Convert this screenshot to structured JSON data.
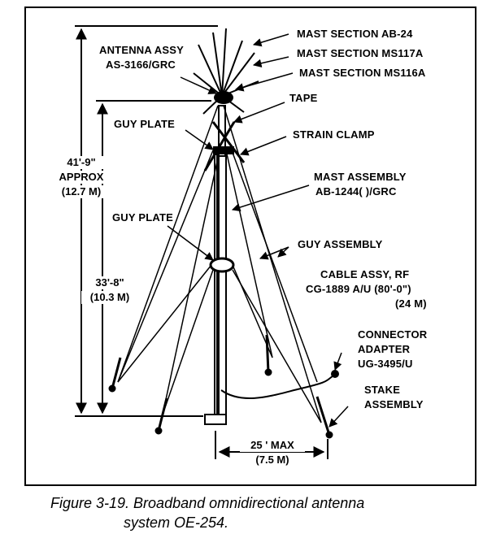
{
  "labels": {
    "antenna_assy": "ANTENNA ASSY",
    "antenna_assy_pn": "AS-3166/GRC",
    "mast_ab24": "MAST SECTION AB-24",
    "mast_ms117a": "MAST SECTION MS117A",
    "mast_ms116a": "MAST SECTION MS116A",
    "tape": "TAPE",
    "guy_plate_upper": "GUY PLATE",
    "strain_clamp": "STRAIN CLAMP",
    "mast_assembly": "MAST ASSEMBLY",
    "mast_assembly_pn": "AB-1244(  )/GRC",
    "guy_plate_lower": "GUY PLATE",
    "guy_assembly": "GUY ASSEMBLY",
    "cable_assy": "CABLE ASSY, RF",
    "cable_assy_pn": "CG-1889 A/U (80'-0\")",
    "cable_assy_m": "(24 M)",
    "connector": "CONNECTOR",
    "adapter": "ADAPTER",
    "adapter_pn": "UG-3495/U",
    "stake": "STAKE",
    "stake_assembly": "ASSEMBLY"
  },
  "dimensions": {
    "overall_ft": "41'-9\"",
    "overall_note": "APPROX",
    "overall_m": "(12.7 M)",
    "guy_ft": "33'-8\"",
    "guy_m": "(10.3 M)",
    "spread_ft": "25 ' MAX",
    "spread_m": "(7.5 M)"
  },
  "caption": {
    "line1": "Figure 3-19. Broadband omnidirectional  antenna",
    "line2": "system OE-254."
  }
}
